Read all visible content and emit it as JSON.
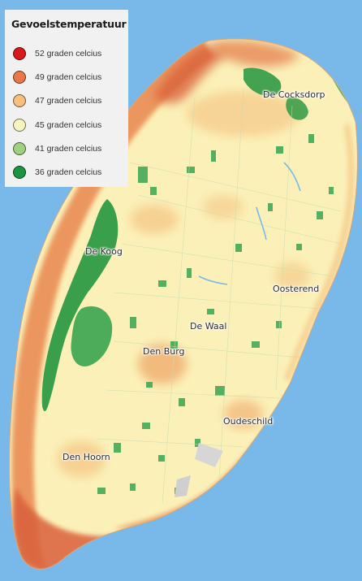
{
  "legend": {
    "title": "Gevoelstemperatuur",
    "items": [
      {
        "label": "52 graden celcius",
        "color": "#d7191c"
      },
      {
        "label": "49 graden celcius",
        "color": "#e8774a"
      },
      {
        "label": "47 graden celcius",
        "color": "#f7c07e"
      },
      {
        "label": "45 graden celcius",
        "color": "#f5f5bf"
      },
      {
        "label": "41 graden celcius",
        "color": "#9fd17f"
      },
      {
        "label": "36 graden celcius",
        "color": "#1a9641"
      }
    ]
  },
  "places": {
    "de_cocksdorp": "De Cocksdorp",
    "de_koog": "De Koog",
    "oosterend": "Oosterend",
    "de_waal": "De Waal",
    "den_burg": "Den Burg",
    "oudeschild": "Oudeschild",
    "den_hoorn": "Den Hoorn"
  },
  "colors": {
    "water": "#78b9ea",
    "land": "#fbf1b8",
    "hot": "#e8774a",
    "very_hot": "#d9603a",
    "cool": "#1a9641"
  }
}
